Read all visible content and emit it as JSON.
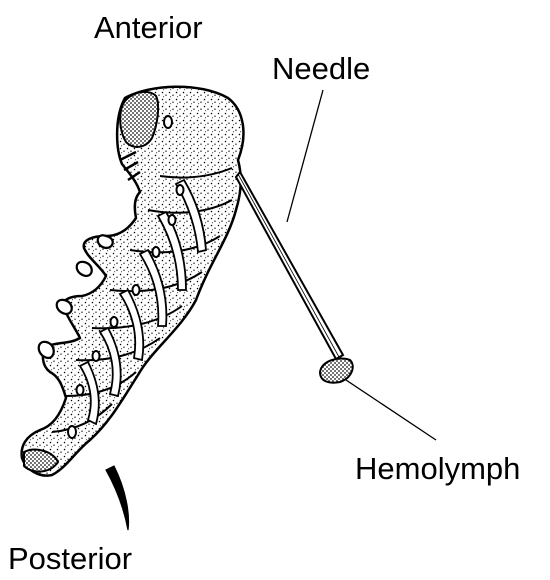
{
  "labels": {
    "anterior": "Anterior",
    "needle": "Needle",
    "hemolymph": "Hemolymph",
    "posterior": "Posterior"
  },
  "colors": {
    "ink": "#000000",
    "background": "#ffffff"
  }
}
